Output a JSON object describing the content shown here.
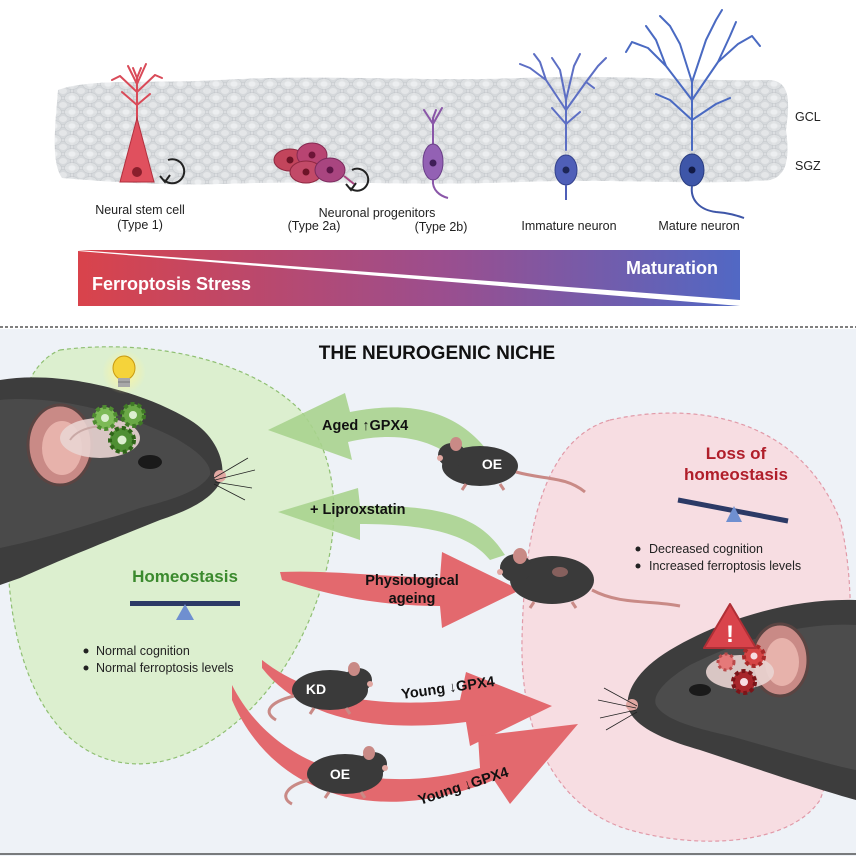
{
  "top": {
    "layers": {
      "gcl": "GCL",
      "sgz": "SGZ"
    },
    "cells": {
      "nsc_line1": "Neural stem cell",
      "nsc_line2": "(Type 1)",
      "progenitors": "Neuronal progenitors",
      "type2a": "(Type 2a)",
      "type2b": "(Type 2b)",
      "immature": "Immature neuron",
      "mature": "Mature neuron"
    },
    "gradient": {
      "left_label": "Ferroptosis Stress",
      "right_label": "Maturation",
      "colors": {
        "red": "#d9434b",
        "blue": "#5168c4"
      }
    }
  },
  "bottom": {
    "title": "THE NEUROGENIC NICHE",
    "homeostasis": {
      "title": "Homeostasis",
      "bullets": [
        "Normal cognition",
        "Normal ferroptosis levels"
      ],
      "color": "#3b8a2e"
    },
    "loss": {
      "title_line1": "Loss of",
      "title_line2": "homeostasis",
      "bullets": [
        "Decreased cognition",
        "Increased ferroptosis levels"
      ],
      "color": "#b01e2a"
    },
    "arrows": {
      "aged_prefix": "Aged ",
      "aged_symbol": "↑",
      "aged_gene": "GPX4",
      "liproxstatin": "+ Liproxstatin",
      "physio_line1": "Physiological",
      "physio_line2": "ageing",
      "young_kd_prefix": "Young ",
      "young_kd_symbol": "↓",
      "young_kd_gene": "GPX4",
      "young_oe_prefix": "Young ",
      "young_oe_symbol": "↓",
      "young_oe_gene": "GPX4"
    },
    "mouse_badges": {
      "oe_top": "OE",
      "kd": "KD",
      "oe_bottom": "OE"
    },
    "warning_symbol": "!"
  }
}
